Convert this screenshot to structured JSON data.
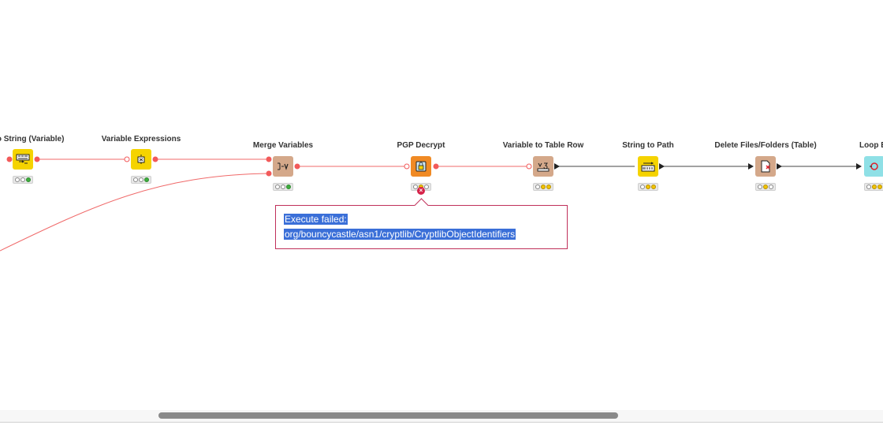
{
  "nodes": [
    {
      "id": "n1",
      "label": "to String (Variable)",
      "status": [
        "empty",
        "empty",
        "green"
      ]
    },
    {
      "id": "n2",
      "label": "Variable Expressions",
      "status": [
        "empty",
        "empty",
        "green"
      ]
    },
    {
      "id": "n3",
      "label": "Merge Variables",
      "status": [
        "empty",
        "empty",
        "green"
      ]
    },
    {
      "id": "n4",
      "label": "PGP Decrypt",
      "status": [
        "empty",
        "yellow",
        "empty"
      ],
      "error": true
    },
    {
      "id": "n5",
      "label": "Variable to Table Row",
      "status": [
        "empty",
        "yellow",
        "yellow"
      ]
    },
    {
      "id": "n6",
      "label": "String to Path",
      "status": [
        "empty",
        "yellow",
        "yellow"
      ]
    },
    {
      "id": "n7",
      "label": "Delete Files/Folders (Table)",
      "status": [
        "empty",
        "yellow",
        "empty"
      ]
    },
    {
      "id": "n8",
      "label": "Loop En",
      "status": [
        "empty",
        "yellow",
        "yellow"
      ]
    }
  ],
  "tooltip": {
    "line1": "Execute failed:",
    "line2": "org/bouncycastle/asn1/cryptlib/CryptlibObjectIdentifiers"
  },
  "colors": {
    "flow_variable_wire": "#f06a6a",
    "data_wire": "#444444",
    "error_border": "#c0305a",
    "selection": "#3a6fd8"
  }
}
